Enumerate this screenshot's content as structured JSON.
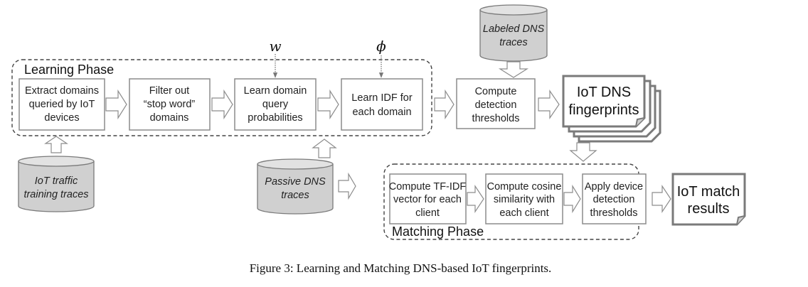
{
  "figure": {
    "caption": "Figure 3: Learning and Matching DNS-based IoT fingerprints."
  },
  "learning_phase": {
    "label": "Learning Phase",
    "steps": [
      {
        "lines": [
          "Extract domains",
          "queried by IoT",
          "devices"
        ]
      },
      {
        "lines": [
          "Filter out",
          "“stop word”",
          "domains"
        ]
      },
      {
        "lines": [
          "Learn domain",
          "query",
          "probabilities"
        ]
      },
      {
        "lines": [
          "Learn IDF for",
          "each domain"
        ]
      }
    ],
    "parameters": [
      {
        "symbol": "w",
        "target_step": "Learn domain query probabilities"
      },
      {
        "symbol": "ϕ",
        "target_step": "Learn IDF for each domain"
      }
    ]
  },
  "threshold_step": {
    "lines": [
      "Compute",
      "detection",
      "thresholds"
    ]
  },
  "fingerprints_doc": {
    "lines": [
      "IoT DNS",
      "fingerprints"
    ]
  },
  "matching_phase": {
    "label": "Matching Phase",
    "steps": [
      {
        "lines": [
          "Compute TF-IDF",
          "vector for each",
          "client"
        ]
      },
      {
        "lines": [
          "Compute cosine",
          "similarity with",
          "each client"
        ]
      },
      {
        "lines": [
          "Apply device",
          "detection",
          "thresholds"
        ]
      }
    ]
  },
  "results_doc": {
    "lines": [
      "IoT match",
      "results"
    ]
  },
  "datastores": {
    "labeled": {
      "lines": [
        "Labeled DNS",
        "traces"
      ]
    },
    "training": {
      "lines": [
        "IoT traffic",
        "training traces"
      ]
    },
    "passive": {
      "lines": [
        "Passive DNS",
        "traces"
      ]
    }
  },
  "colors": {
    "box_stroke": "#8c8c8c",
    "cylinder_fill": "#d0d0d0",
    "doc_stroke": "#7a7a7a"
  }
}
